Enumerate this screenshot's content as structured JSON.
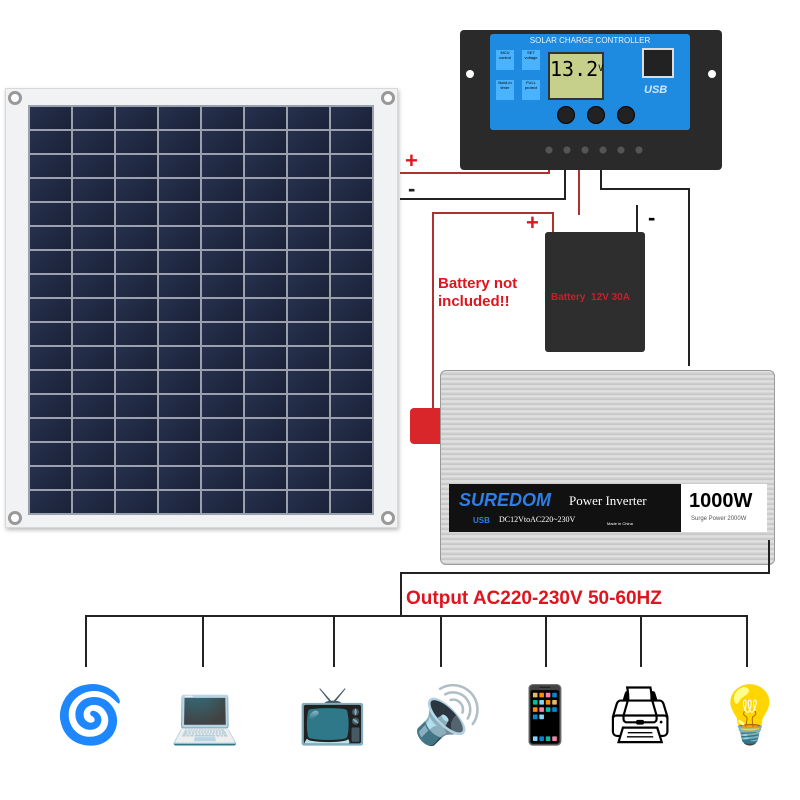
{
  "controller": {
    "title": "SOLAR CHARGE CONTROLLER",
    "voltage": "13.2",
    "unit": "V",
    "usb_label": "USB",
    "buttons": [
      "MCU control",
      "SET voltage",
      "Build-in timer",
      "FULL protect"
    ]
  },
  "wiring": {
    "plus": "+",
    "minus": "-"
  },
  "battery": {
    "note": "Battery not included!!",
    "label": "Battery  12V 30A"
  },
  "inverter": {
    "brand": "SUREDOM",
    "product": "Power Inverter",
    "spec": "DC12VtoAC220~230V",
    "usb": "USB",
    "power": "1000W",
    "surge": "Surge Power 2000W",
    "made_in": "Made in China"
  },
  "output": {
    "label": "Output AC220-230V 50-60HZ"
  },
  "devices": [
    "fan-icon",
    "computer-icon",
    "tv-icon",
    "speaker-icon",
    "phone-icon",
    "printer-icon",
    "lamp-icon"
  ],
  "colors": {
    "wire_positive": "#b03030",
    "accent_red": "#e0141e",
    "controller_blue": "#1f8be0"
  }
}
